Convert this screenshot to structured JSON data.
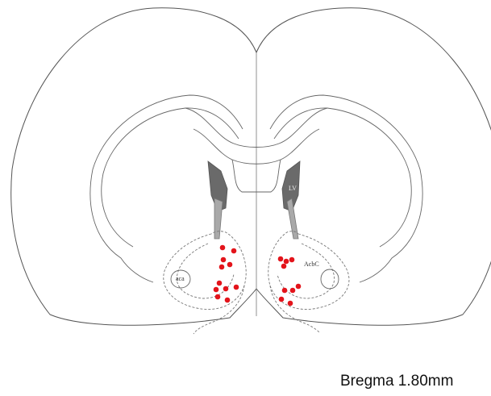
{
  "figure": {
    "caption": "Bregma 1.80mm",
    "labels": {
      "left_aca": "aca",
      "right_structure": "AcbC",
      "ventricle": "LV"
    },
    "colors": {
      "marker": "#e3141b",
      "ventricle": "#6a6a6a",
      "outline": "#555555"
    },
    "marker_count": 20
  }
}
